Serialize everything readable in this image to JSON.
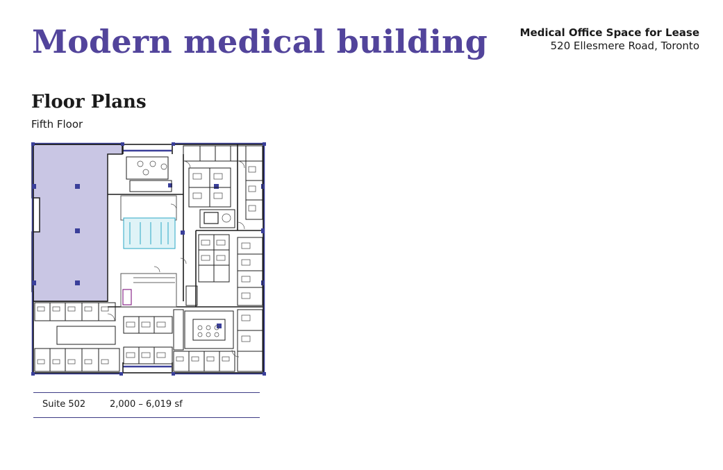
{
  "header": {
    "title": "Modern medical building",
    "subtitle": "Medical Office Space for Lease",
    "address": "520 Ellesmere Road, Toronto"
  },
  "section": {
    "title": "Floor Plans",
    "floor": "Fifth Floor"
  },
  "plan": {
    "highlight_color": "#c9c6e4",
    "outline_color": "#3a3f9a"
  },
  "suites": [
    {
      "name": "Suite 502",
      "area": "2,000 – 6,019 sf"
    }
  ]
}
